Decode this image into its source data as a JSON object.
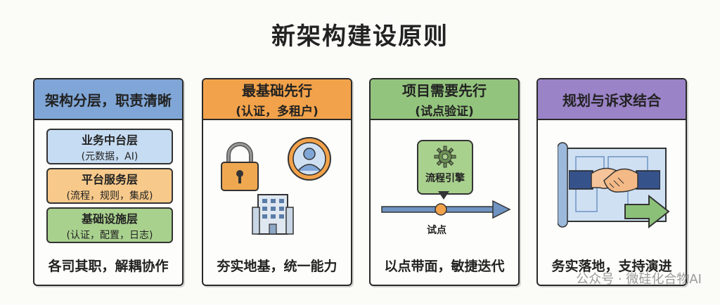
{
  "title": "新架构建设原则",
  "colors": {
    "blue_header": "#7fa6d6",
    "orange_header": "#f2a24a",
    "green_header": "#93c47d",
    "purple_header": "#9b83c7",
    "layer_blue": "#c6dcf2",
    "layer_orange": "#f7c98a",
    "layer_green": "#a9d18e"
  },
  "cards": [
    {
      "header": "架构分层，职责清晰",
      "layers": [
        {
          "name": "业务中台层",
          "desc": "(元数据，AI)"
        },
        {
          "name": "平台服务层",
          "desc": "(流程，规则，集成)"
        },
        {
          "name": "基础设施层",
          "desc": "(认证，配置，日志)"
        }
      ],
      "footer": "各司其职，解耦协作"
    },
    {
      "header": "最基础先行",
      "subheader": "(认证，多租户)",
      "icons": [
        "padlock-icon",
        "user-avatar-icon",
        "building-icon"
      ],
      "footer": "夯实地基，统一能力"
    },
    {
      "header": "项目需要先行",
      "subheader": "(试点验证)",
      "engine_label": "流程引擎",
      "pilot_label": "试点",
      "icons": [
        "gear-icon",
        "arrow-timeline-icon"
      ],
      "footer": "以点带面，敏捷迭代"
    },
    {
      "header": "规划与诉求结合",
      "icons": [
        "blueprint-icon",
        "handshake-icon",
        "arrow-right-icon"
      ],
      "footer": "务实落地，支持演进"
    }
  ],
  "watermark": "公众号 · 微硅化合物AI"
}
